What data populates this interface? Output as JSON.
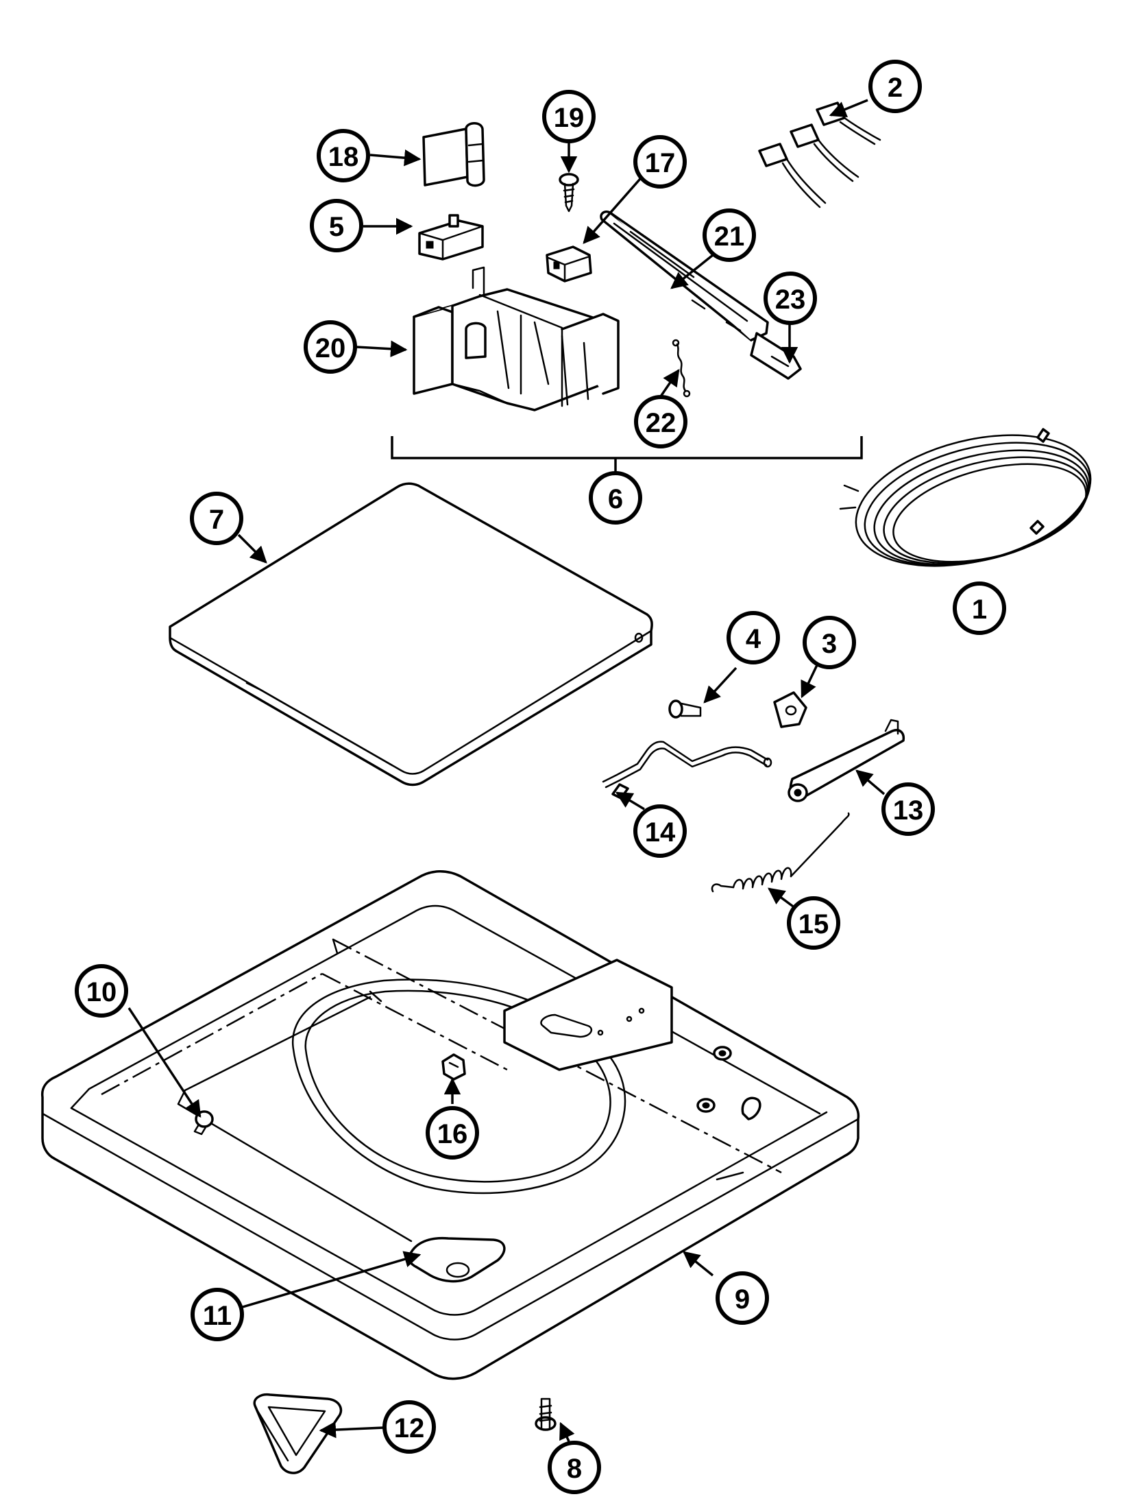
{
  "colors": {
    "line": "#000000",
    "background": "#ffffff"
  },
  "callouts": [
    {
      "id": "c1",
      "label": "1"
    },
    {
      "id": "c2",
      "label": "2"
    },
    {
      "id": "c3",
      "label": "3"
    },
    {
      "id": "c4",
      "label": "4"
    },
    {
      "id": "c5",
      "label": "5"
    },
    {
      "id": "c6",
      "label": "6"
    },
    {
      "id": "c7",
      "label": "7"
    },
    {
      "id": "c8",
      "label": "8"
    },
    {
      "id": "c9",
      "label": "9"
    },
    {
      "id": "c10",
      "label": "10"
    },
    {
      "id": "c11",
      "label": "11"
    },
    {
      "id": "c12",
      "label": "12"
    },
    {
      "id": "c13",
      "label": "13"
    },
    {
      "id": "c14",
      "label": "14"
    },
    {
      "id": "c15",
      "label": "15"
    },
    {
      "id": "c16",
      "label": "16"
    },
    {
      "id": "c17",
      "label": "17"
    },
    {
      "id": "c18",
      "label": "18"
    },
    {
      "id": "c19",
      "label": "19"
    },
    {
      "id": "c20",
      "label": "20"
    },
    {
      "id": "c21",
      "label": "21"
    },
    {
      "id": "c22",
      "label": "22"
    },
    {
      "id": "c23",
      "label": "23"
    }
  ]
}
